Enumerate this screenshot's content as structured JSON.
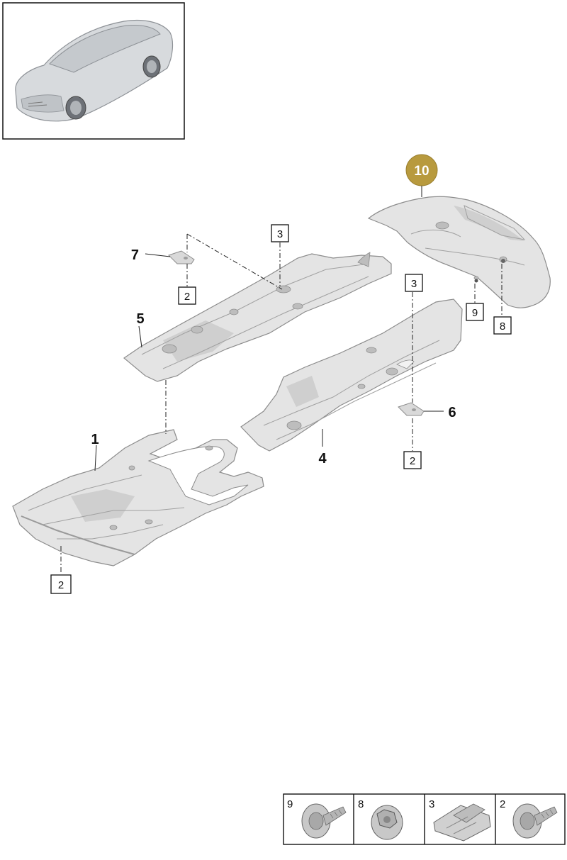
{
  "callout": {
    "label": "10",
    "color": "#b89a3e"
  },
  "parts": [
    {
      "id": "p1",
      "label": "1"
    },
    {
      "id": "p4",
      "label": "4"
    },
    {
      "id": "p5",
      "label": "5"
    },
    {
      "id": "p6",
      "label": "6"
    },
    {
      "id": "p7",
      "label": "7"
    }
  ],
  "boxes": [
    {
      "id": "b3a",
      "label": "3"
    },
    {
      "id": "b2a",
      "label": "2"
    },
    {
      "id": "b3b",
      "label": "3"
    },
    {
      "id": "b9",
      "label": "9"
    },
    {
      "id": "b8",
      "label": "8"
    },
    {
      "id": "b2b",
      "label": "2"
    },
    {
      "id": "b2c",
      "label": "2"
    }
  ],
  "legend": [
    {
      "label": "9",
      "icon": "screw-washer-icon"
    },
    {
      "label": "8",
      "icon": "flange-nut-icon"
    },
    {
      "label": "3",
      "icon": "clip-nut-icon"
    },
    {
      "label": "2",
      "icon": "screw-washer-icon"
    }
  ]
}
